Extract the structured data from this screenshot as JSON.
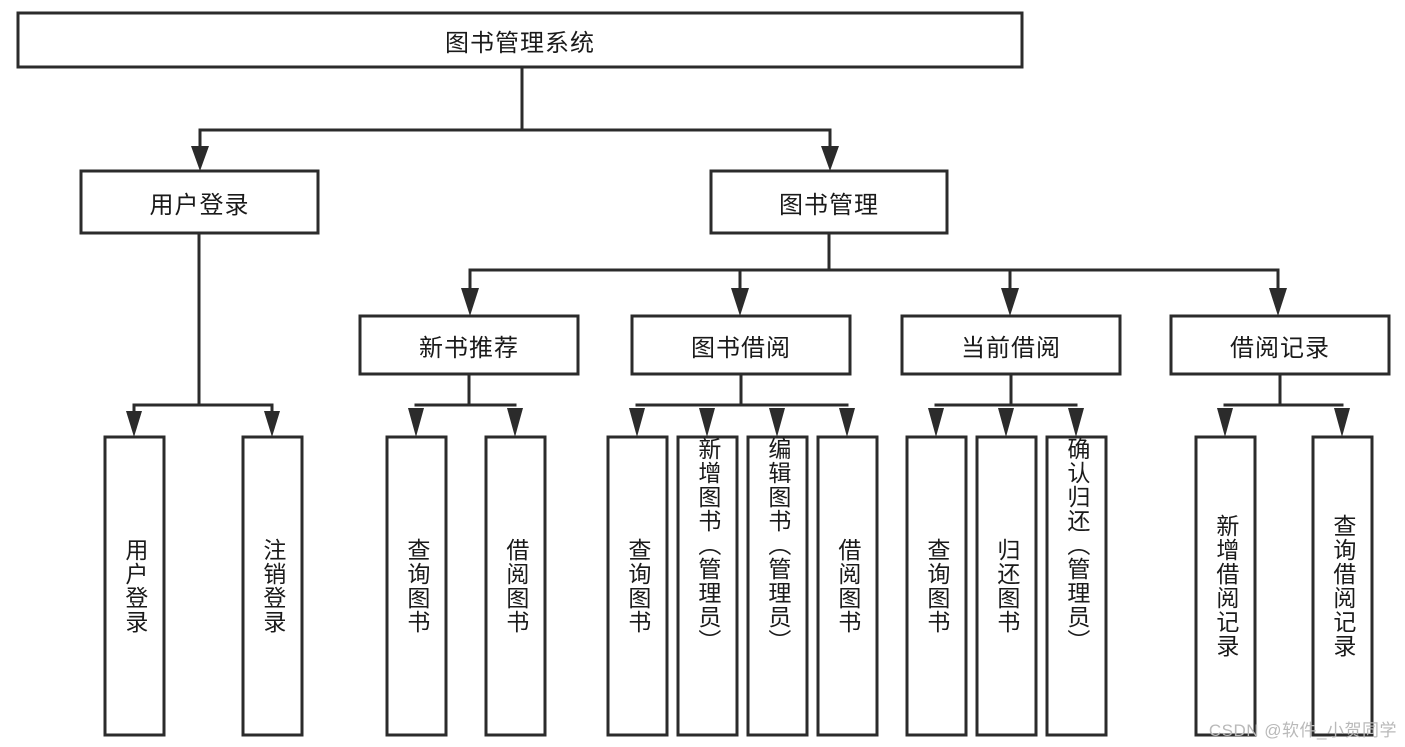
{
  "diagram": {
    "title": "图书管理系统",
    "type": "hierarchy-tree",
    "watermark": "CSDN @软件_小贺同学",
    "root": {
      "id": "root",
      "label": "图书管理系统",
      "orientation": "horizontal"
    },
    "level2": [
      {
        "id": "user-login",
        "label": "用户登录",
        "orientation": "horizontal"
      },
      {
        "id": "book-manage",
        "label": "图书管理",
        "orientation": "horizontal"
      }
    ],
    "level3": [
      {
        "id": "new-book-recommend",
        "label": "新书推荐",
        "orientation": "horizontal",
        "parent": "book-manage"
      },
      {
        "id": "book-borrow",
        "label": "图书借阅",
        "orientation": "horizontal",
        "parent": "book-manage"
      },
      {
        "id": "current-borrow",
        "label": "当前借阅",
        "orientation": "horizontal",
        "parent": "book-manage"
      },
      {
        "id": "borrow-record",
        "label": "借阅记录",
        "orientation": "horizontal",
        "parent": "book-manage"
      }
    ],
    "leaves": [
      {
        "id": "leaf-user-login",
        "label": "用户登录",
        "orientation": "vertical",
        "parent": "user-login"
      },
      {
        "id": "leaf-user-logout",
        "label": "注销登录",
        "orientation": "vertical",
        "parent": "user-login"
      },
      {
        "id": "leaf-query-book-1",
        "label": "查询图书",
        "orientation": "vertical",
        "parent": "new-book-recommend"
      },
      {
        "id": "leaf-borrow-book-1",
        "label": "借阅图书",
        "orientation": "vertical",
        "parent": "new-book-recommend"
      },
      {
        "id": "leaf-query-book-2",
        "label": "查询图书",
        "orientation": "vertical",
        "parent": "book-borrow"
      },
      {
        "id": "leaf-add-book",
        "label": "新增图书（管理员）",
        "orientation": "vertical",
        "parent": "book-borrow"
      },
      {
        "id": "leaf-edit-book",
        "label": "编辑图书（管理员）",
        "orientation": "vertical",
        "parent": "book-borrow"
      },
      {
        "id": "leaf-borrow-book-2",
        "label": "借阅图书",
        "orientation": "vertical",
        "parent": "book-borrow"
      },
      {
        "id": "leaf-query-book-3",
        "label": "查询图书",
        "orientation": "vertical",
        "parent": "current-borrow"
      },
      {
        "id": "leaf-return-book",
        "label": "归还图书",
        "orientation": "vertical",
        "parent": "current-borrow"
      },
      {
        "id": "leaf-confirm-return",
        "label": "确认归还（管理员）",
        "orientation": "vertical",
        "parent": "current-borrow"
      },
      {
        "id": "leaf-add-record",
        "label": "新增借阅记录",
        "orientation": "vertical",
        "parent": "borrow-record"
      },
      {
        "id": "leaf-query-record",
        "label": "查询借阅记录",
        "orientation": "vertical",
        "parent": "borrow-record"
      }
    ],
    "colors": {
      "stroke": "#2b2b2b",
      "fill": "#ffffff",
      "text": "#1a1a1a",
      "watermark": "#b9b9b9",
      "background": "#ffffff"
    }
  }
}
